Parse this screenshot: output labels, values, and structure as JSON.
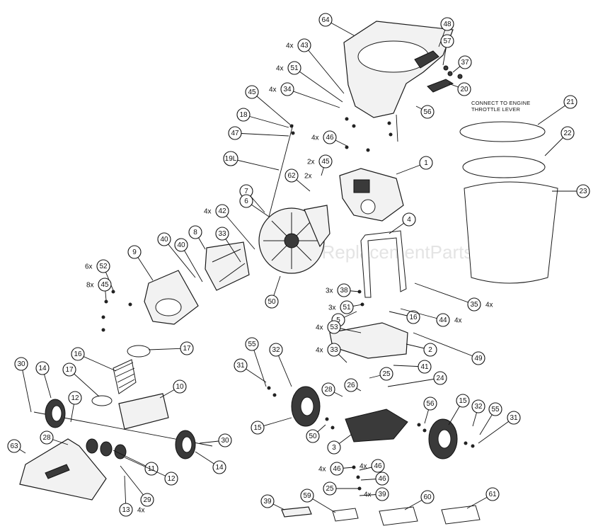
{
  "watermark": "eReplacementParts.com",
  "note": [
    "CONNECT TO ENGINE",
    "THROTTLE LEVER"
  ],
  "callouts": [
    {
      "n": "64"
    },
    {
      "n": "48"
    },
    {
      "n": "57"
    },
    {
      "n": "37"
    },
    {
      "n": "20"
    },
    {
      "n": "56"
    },
    {
      "n": "43",
      "qty": "4x"
    },
    {
      "n": "51",
      "qty": "4x"
    },
    {
      "n": "34",
      "qty": "4x"
    },
    {
      "n": "45"
    },
    {
      "n": "18"
    },
    {
      "n": "47"
    },
    {
      "n": "46",
      "qty": "4x"
    },
    {
      "n": "19L"
    },
    {
      "n": "45",
      "qty": "2x"
    },
    {
      "n": "62",
      "qty": "2x"
    },
    {
      "n": "1"
    },
    {
      "n": "21"
    },
    {
      "n": "22"
    },
    {
      "n": "23"
    },
    {
      "n": "7"
    },
    {
      "n": "6"
    },
    {
      "n": "42",
      "qty": "4x"
    },
    {
      "n": "4"
    },
    {
      "n": "8"
    },
    {
      "n": "33"
    },
    {
      "n": "40"
    },
    {
      "n": "40"
    },
    {
      "n": "9"
    },
    {
      "n": "52",
      "qty": "6x"
    },
    {
      "n": "45",
      "qty": "8x"
    },
    {
      "n": "50"
    },
    {
      "n": "38",
      "qty": "3x"
    },
    {
      "n": "51",
      "qty": "3x"
    },
    {
      "n": "5"
    },
    {
      "n": "35",
      "qty": "4x"
    },
    {
      "n": "16"
    },
    {
      "n": "44",
      "qty": "4x"
    },
    {
      "n": "49"
    },
    {
      "n": "53",
      "qty": "4x"
    },
    {
      "n": "2"
    },
    {
      "n": "16"
    },
    {
      "n": "17"
    },
    {
      "n": "17"
    },
    {
      "n": "30"
    },
    {
      "n": "14"
    },
    {
      "n": "10"
    },
    {
      "n": "12"
    },
    {
      "n": "55"
    },
    {
      "n": "32"
    },
    {
      "n": "33",
      "qty": "4x"
    },
    {
      "n": "31"
    },
    {
      "n": "41"
    },
    {
      "n": "26"
    },
    {
      "n": "28"
    },
    {
      "n": "25"
    },
    {
      "n": "24"
    },
    {
      "n": "46",
      "qty": "4x"
    },
    {
      "n": "15"
    },
    {
      "n": "56"
    },
    {
      "n": "15"
    },
    {
      "n": "32"
    },
    {
      "n": "55"
    },
    {
      "n": "31"
    },
    {
      "n": "50"
    },
    {
      "n": "3"
    },
    {
      "n": "63"
    },
    {
      "n": "28"
    },
    {
      "n": "30"
    },
    {
      "n": "14"
    },
    {
      "n": "11"
    },
    {
      "n": "12"
    },
    {
      "n": "29"
    },
    {
      "n": "13",
      "qty": "4x"
    },
    {
      "n": "46",
      "qty": "4x"
    },
    {
      "n": "46"
    },
    {
      "n": "25"
    },
    {
      "n": "39",
      "qty": "4x"
    },
    {
      "n": "39"
    },
    {
      "n": "59"
    },
    {
      "n": "60"
    },
    {
      "n": "61"
    },
    {
      "n": "62"
    }
  ]
}
